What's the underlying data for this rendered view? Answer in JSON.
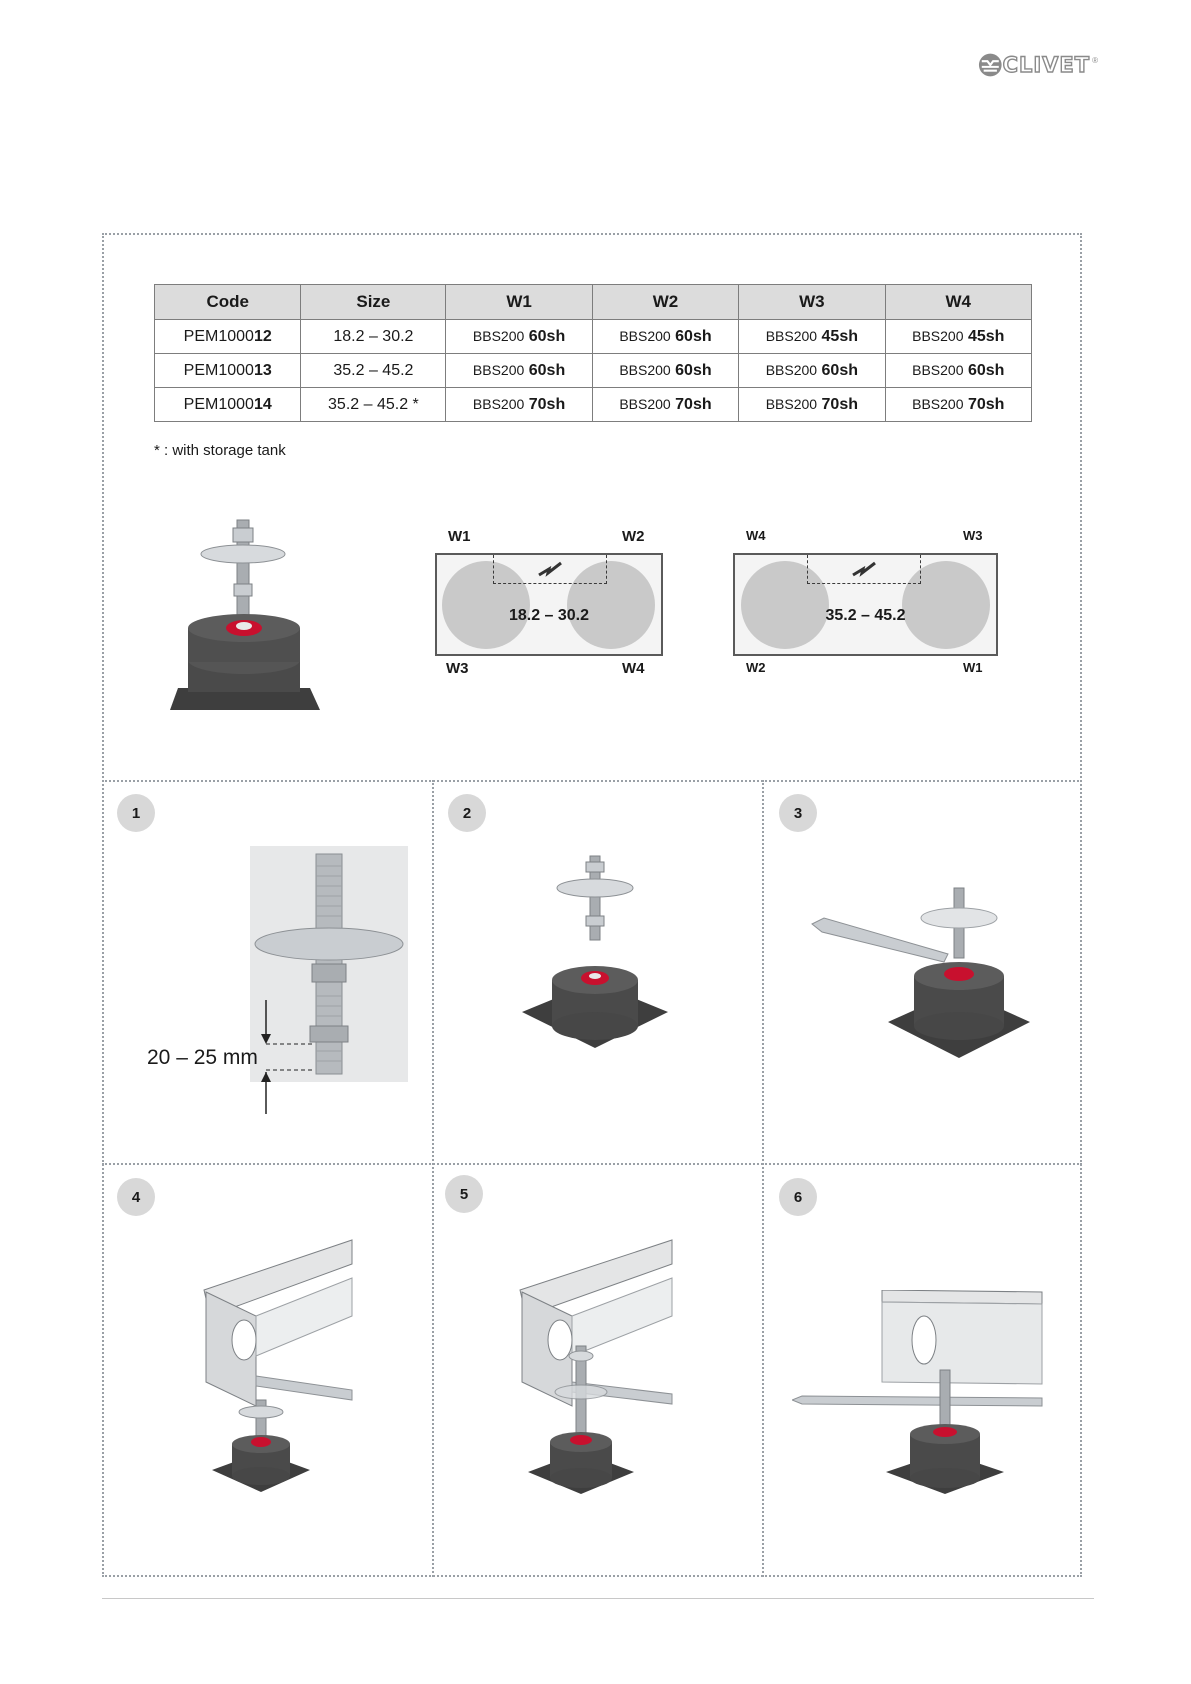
{
  "brand": {
    "name": "CLIVET",
    "tm": "®"
  },
  "table": {
    "headers": [
      "Code",
      "Size",
      "W1",
      "W2",
      "W3",
      "W4"
    ],
    "rows": [
      {
        "code_prefix": "PEM1000",
        "code_suffix": "12",
        "size": "18.2 – 30.2",
        "w": [
          {
            "prefix": "BBS200",
            "suffix": "60sh"
          },
          {
            "prefix": "BBS200",
            "suffix": "60sh"
          },
          {
            "prefix": "BBS200",
            "suffix": "45sh"
          },
          {
            "prefix": "BBS200",
            "suffix": "45sh"
          }
        ]
      },
      {
        "code_prefix": "PEM1000",
        "code_suffix": "13",
        "size": "35.2 – 45.2",
        "w": [
          {
            "prefix": "BBS200",
            "suffix": "60sh"
          },
          {
            "prefix": "BBS200",
            "suffix": "60sh"
          },
          {
            "prefix": "BBS200",
            "suffix": "60sh"
          },
          {
            "prefix": "BBS200",
            "suffix": "60sh"
          }
        ]
      },
      {
        "code_prefix": "PEM1000",
        "code_suffix": "14",
        "size": "35.2 – 45.2 *",
        "w": [
          {
            "prefix": "BBS200",
            "suffix": "70sh"
          },
          {
            "prefix": "BBS200",
            "suffix": "70sh"
          },
          {
            "prefix": "BBS200",
            "suffix": "70sh"
          },
          {
            "prefix": "BBS200",
            "suffix": "70sh"
          }
        ]
      }
    ]
  },
  "note": "* : with storage tank",
  "diagrams": [
    {
      "size": "18.2 – 30.2",
      "top_left": "W1",
      "top_right": "W2",
      "bottom_left": "W3",
      "bottom_right": "W4"
    },
    {
      "size": "35.2 – 45.2",
      "top_left": "W4",
      "top_right": "W3",
      "bottom_left": "W2",
      "bottom_right": "W1"
    }
  ],
  "steps": [
    "1",
    "2",
    "3",
    "4",
    "5",
    "6"
  ],
  "dimension": "20 – 25 mm",
  "colors": {
    "rubber": "#4a4a4a",
    "accent_red": "#c8102e",
    "steel": "#c9cdd1",
    "frame_dot": "#9aa0a6"
  }
}
